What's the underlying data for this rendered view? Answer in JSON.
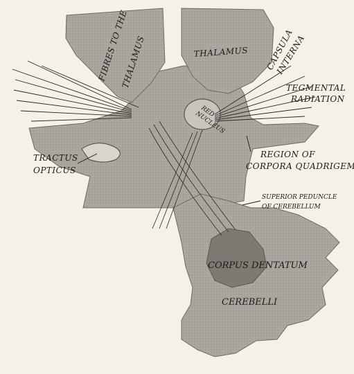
{
  "figure": {
    "labels": {
      "fibres_to_the": "FIBRES TO THE",
      "thalamus_fibres": "THALAMUS",
      "thalamus": "THALAMUS",
      "capsula": "CAPSULA",
      "interna": "INTERNA",
      "tegmental": "TEGMENTAL",
      "radiation": "RADIATION",
      "tractus": "TRACTUS",
      "opticus": "OPTICUS",
      "region_of": "REGION OF",
      "corpora_quadrigemina": "CORPORA QUADRIGEM",
      "superior_peduncle": "SUPERIOR PEDUNCLE",
      "of_cerebellum": "OF CEREBELLUM",
      "red": "RED",
      "nucleus": "NUCLEUS",
      "corpus_dentatum": "CORPUS DENTATUM",
      "cerebelli": "CEREBELLI"
    },
    "colors": {
      "paper": "#f4f1ea",
      "tissue": "#a9a6a0",
      "tissue_light": "#c8c5bf",
      "tissue_dark": "#7d7a74",
      "ink": "#1e1b18"
    }
  }
}
